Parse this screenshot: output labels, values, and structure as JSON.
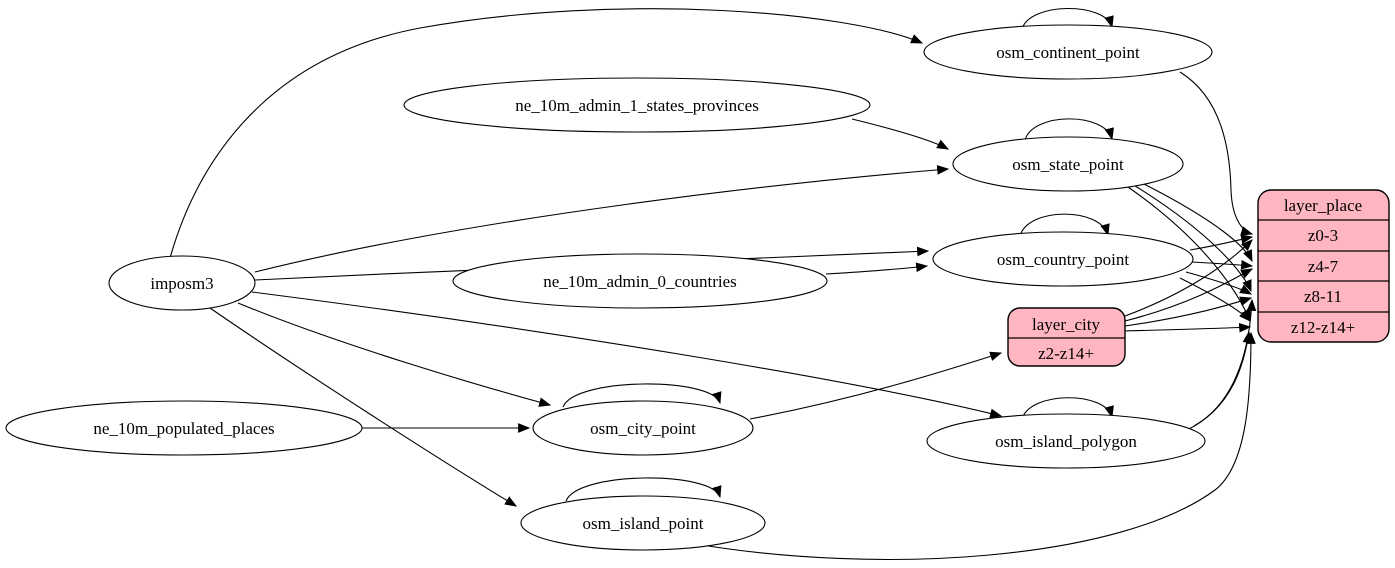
{
  "diagram": {
    "type": "etl-graph",
    "background": "#ffffff",
    "edge_color": "#000000",
    "record_fill": "#ffb6c1",
    "ellipse_fill": "#ffffff",
    "nodes": {
      "imposm3": {
        "label": "imposm3",
        "shape": "ellipse"
      },
      "ne_10m_admin_1_states_provinces": {
        "label": "ne_10m_admin_1_states_provinces",
        "shape": "ellipse"
      },
      "ne_10m_admin_0_countries": {
        "label": "ne_10m_admin_0_countries",
        "shape": "ellipse"
      },
      "ne_10m_populated_places": {
        "label": "ne_10m_populated_places",
        "shape": "ellipse"
      },
      "osm_continent_point": {
        "label": "osm_continent_point",
        "shape": "ellipse"
      },
      "osm_state_point": {
        "label": "osm_state_point",
        "shape": "ellipse"
      },
      "osm_country_point": {
        "label": "osm_country_point",
        "shape": "ellipse"
      },
      "osm_city_point": {
        "label": "osm_city_point",
        "shape": "ellipse"
      },
      "osm_island_polygon": {
        "label": "osm_island_polygon",
        "shape": "ellipse"
      },
      "osm_island_point": {
        "label": "osm_island_point",
        "shape": "ellipse"
      },
      "layer_city": {
        "title": "layer_city",
        "rows": {
          "0": "z2-z14+"
        },
        "shape": "record"
      },
      "layer_place": {
        "title": "layer_place",
        "rows": {
          "0": "z0-3",
          "1": "z4-7",
          "2": "z8-11",
          "3": "z12-z14+"
        },
        "shape": "record"
      }
    },
    "edges": [
      {
        "from": "imposm3",
        "to": "osm_continent_point"
      },
      {
        "from": "imposm3",
        "to": "osm_state_point"
      },
      {
        "from": "imposm3",
        "to": "osm_country_point"
      },
      {
        "from": "imposm3",
        "to": "osm_city_point"
      },
      {
        "from": "imposm3",
        "to": "osm_island_polygon"
      },
      {
        "from": "imposm3",
        "to": "osm_island_point"
      },
      {
        "from": "ne_10m_admin_1_states_provinces",
        "to": "osm_state_point"
      },
      {
        "from": "ne_10m_admin_0_countries",
        "to": "osm_country_point"
      },
      {
        "from": "ne_10m_populated_places",
        "to": "osm_city_point"
      },
      {
        "from": "osm_continent_point",
        "to": "osm_continent_point"
      },
      {
        "from": "osm_state_point",
        "to": "osm_state_point"
      },
      {
        "from": "osm_country_point",
        "to": "osm_country_point"
      },
      {
        "from": "osm_city_point",
        "to": "osm_city_point"
      },
      {
        "from": "osm_island_polygon",
        "to": "osm_island_polygon"
      },
      {
        "from": "osm_island_point",
        "to": "osm_island_point"
      },
      {
        "from": "osm_continent_point",
        "to": "layer_place:z0-3"
      },
      {
        "from": "osm_state_point",
        "to": "layer_place:z4-7"
      },
      {
        "from": "osm_state_point",
        "to": "layer_place:z8-11"
      },
      {
        "from": "osm_state_point",
        "to": "layer_place:z12-z14+"
      },
      {
        "from": "osm_country_point",
        "to": "layer_place:z0-3"
      },
      {
        "from": "osm_country_point",
        "to": "layer_place:z4-7"
      },
      {
        "from": "osm_country_point",
        "to": "layer_place:z8-11"
      },
      {
        "from": "osm_country_point",
        "to": "layer_place:z12-z14+"
      },
      {
        "from": "osm_city_point",
        "to": "layer_city:z2-z14+"
      },
      {
        "from": "layer_city",
        "to": "layer_place:z0-3"
      },
      {
        "from": "layer_city",
        "to": "layer_place:z4-7"
      },
      {
        "from": "layer_city",
        "to": "layer_place:z8-11"
      },
      {
        "from": "layer_city",
        "to": "layer_place:z12-z14+"
      },
      {
        "from": "osm_island_polygon",
        "to": "layer_place:z8-11"
      },
      {
        "from": "osm_island_polygon",
        "to": "layer_place:z12-z14+"
      },
      {
        "from": "osm_island_point",
        "to": "layer_place:z12-z14+"
      }
    ]
  }
}
